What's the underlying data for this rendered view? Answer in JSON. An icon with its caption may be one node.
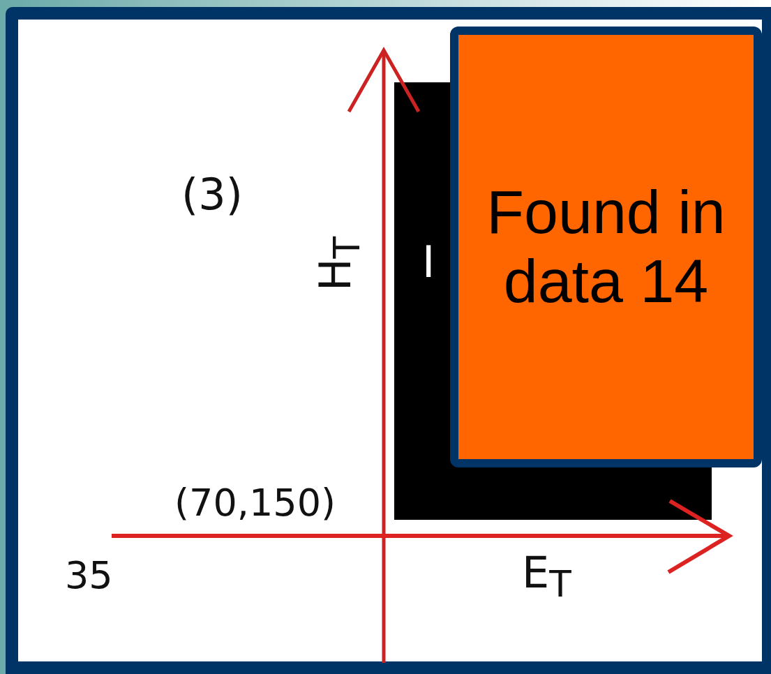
{
  "diagram": {
    "nodes": [
      {
        "text": [
          "Found in data 14"
        ]
      }
    ],
    "labels": [
      "(3)",
      "H$_{T}$",
      "I",
      "(70,150)",
      "35",
      "E$_{T}$"
    ]
  }
}
